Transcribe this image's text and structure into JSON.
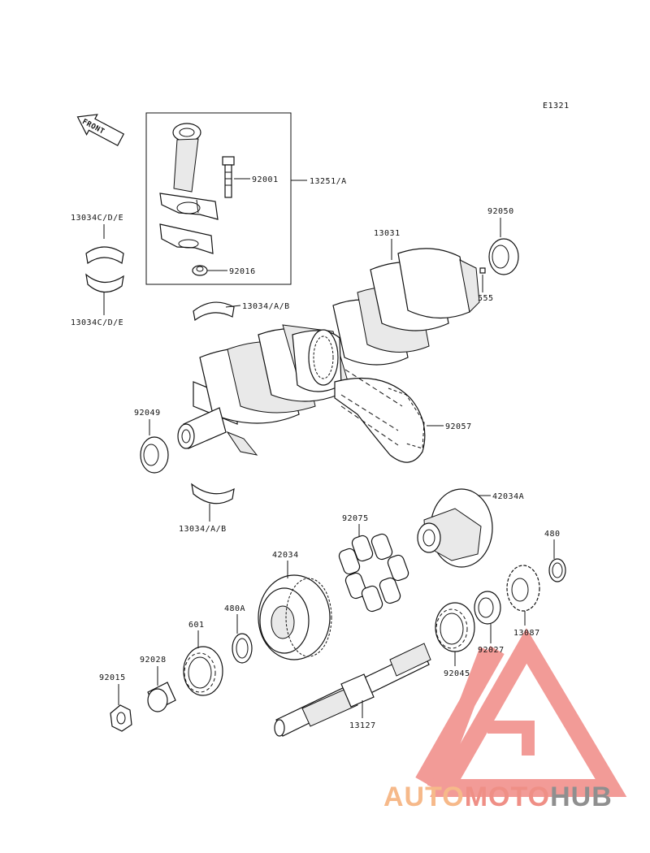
{
  "diagram": {
    "code": "E1321",
    "front_label": "FRONT",
    "callouts": {
      "c92001": "92001",
      "c13251": "13251/A",
      "c92016": "92016",
      "c13034cde_top": "13034C/D/E",
      "c13034cde_bot": "13034C/D/E",
      "c13034ab_top": "13034/A/B",
      "c13031": "13031",
      "c92050": "92050",
      "c555": "555",
      "c92049": "92049",
      "c92057": "92057",
      "c13034ab_bot": "13034/A/B",
      "c42034a": "42034A",
      "c92075": "92075",
      "c480": "480",
      "c42034": "42034",
      "c480a": "480A",
      "c601": "601",
      "c13087": "13087",
      "c92027": "92027",
      "c92028": "92028",
      "c92045": "92045",
      "c92015": "92015",
      "c13127": "13127"
    }
  },
  "watermark": {
    "part1": "AUTO",
    "part2": "MOTO",
    "part3": "HUB",
    "color1": "#f6b98a",
    "color2": "#ef8f86",
    "color3": "#8f8f8f",
    "triangle_color": "#f08a86"
  }
}
